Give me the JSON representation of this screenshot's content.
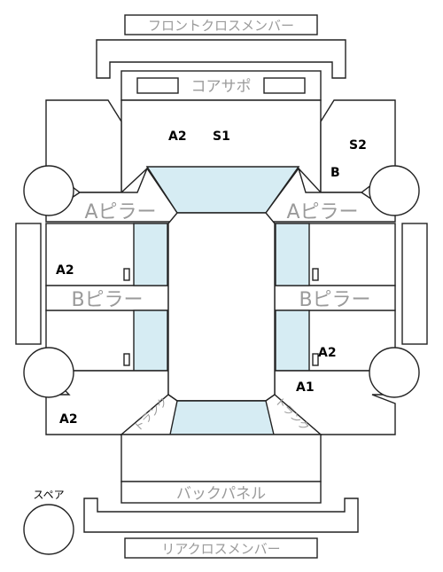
{
  "parts": {
    "front_cross_member": "フロントクロスメンバー",
    "core_support": "コアサポ",
    "a_pillar_left": "Aピラー",
    "a_pillar_right": "Aピラー",
    "b_pillar_left": "Bピラー",
    "b_pillar_right": "Bピラー",
    "trunk_left": "トランク",
    "trunk_right": "トランク",
    "back_panel": "バックパネル",
    "rear_cross_member": "リアクロスメンバー",
    "spare": "スペア"
  },
  "damage_marks": [
    {
      "id": "front-a2",
      "text": "A2"
    },
    {
      "id": "front-s1",
      "text": "S1"
    },
    {
      "id": "front-right-s2",
      "text": "S2"
    },
    {
      "id": "front-right-b",
      "text": "B"
    },
    {
      "id": "left-door-a2",
      "text": "A2"
    },
    {
      "id": "right-rear-door-a2",
      "text": "A2"
    },
    {
      "id": "right-rear-a1",
      "text": "A1"
    },
    {
      "id": "left-rear-a2",
      "text": "A2"
    }
  ],
  "colors": {
    "line": "#222222",
    "glass": "#d6ecf3",
    "label": "#9a9a9a",
    "mark": "#000000"
  }
}
